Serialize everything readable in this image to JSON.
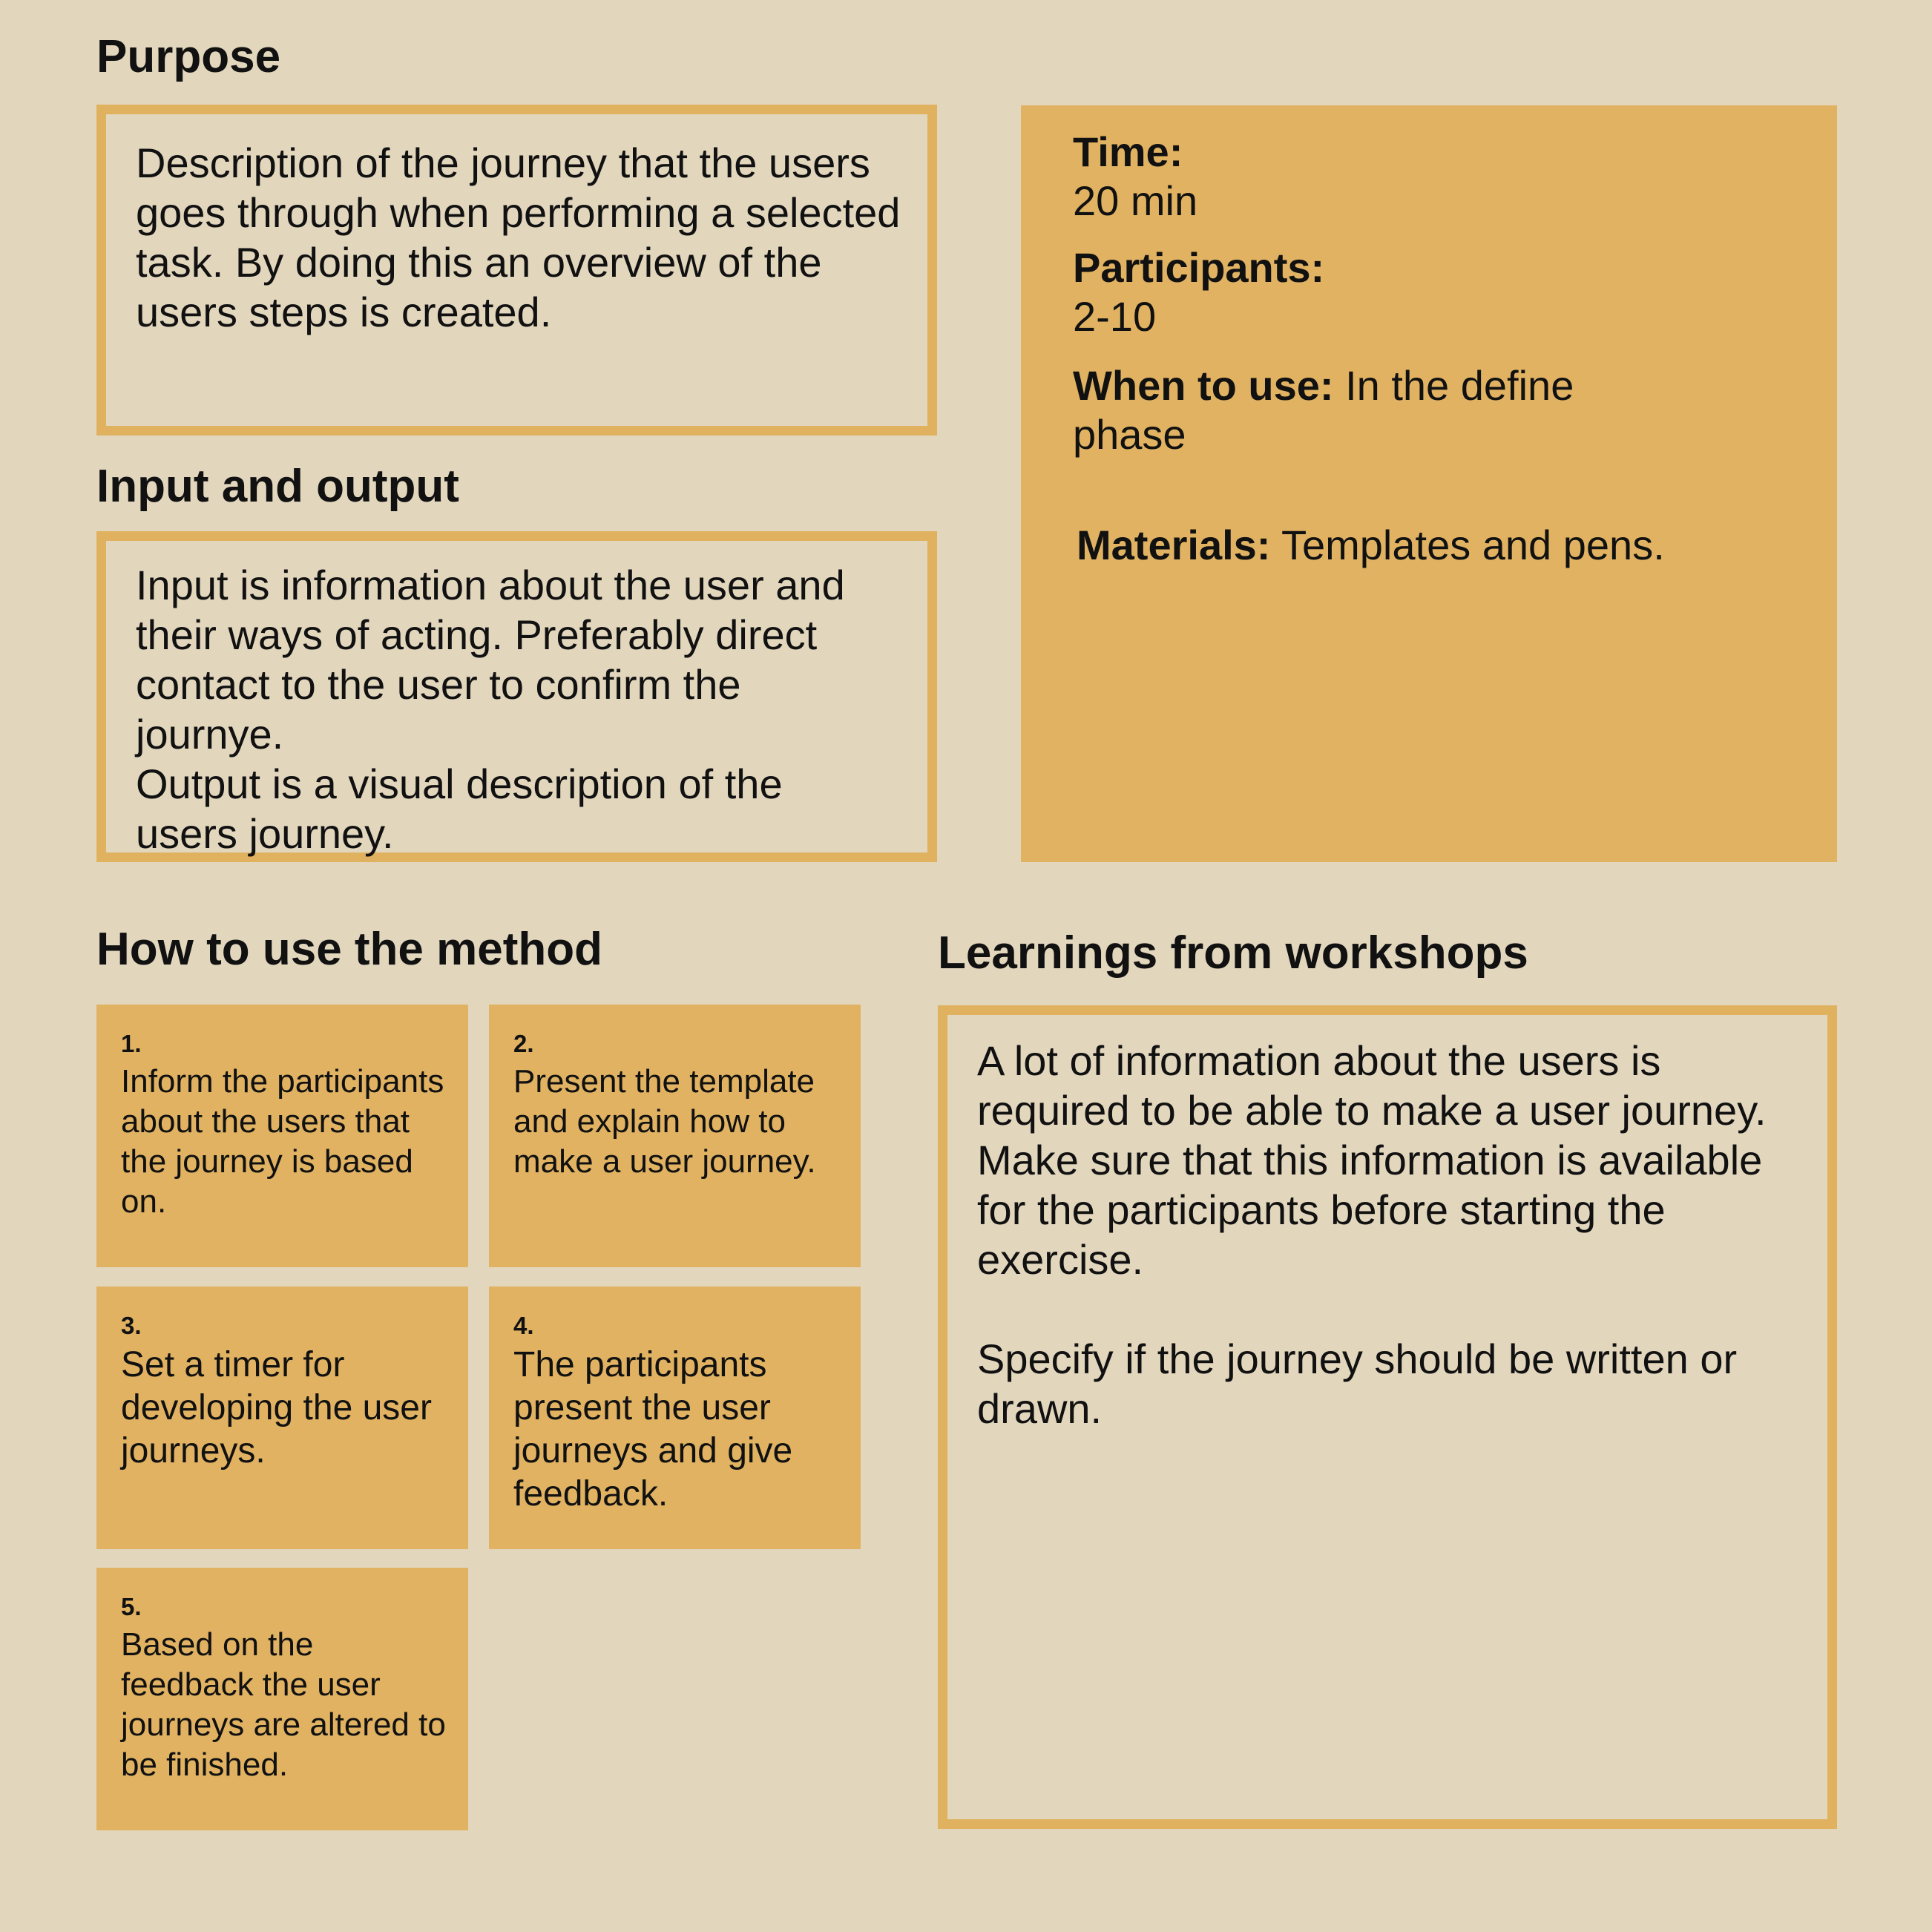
{
  "purpose": {
    "title": "Purpose",
    "text": "Description of the journey that the users goes through when performing a selected task. By doing this an overview of the users steps is created."
  },
  "input_output": {
    "title": "Input and output",
    "text": "Input is information about the user and their ways of acting. Preferably direct contact to the user to confirm the journye.\nOutput is a visual description of the users journey."
  },
  "info": {
    "time_label": "Time:",
    "time_value": "20 min",
    "participants_label": "Participants:",
    "participants_value": "2-10",
    "when_label": "When to use:",
    "when_value": "In the define phase",
    "materials_label": "Materials:",
    "materials_value": "Templates and pens."
  },
  "how_to": {
    "title": "How to use the method",
    "steps": [
      {
        "number": "1.",
        "text": "Inform the participants about the users that the journey is based on."
      },
      {
        "number": "2.",
        "text": "Present the template and explain how to make a user journey."
      },
      {
        "number": "3.",
        "text": "Set a timer for developing the user journeys."
      },
      {
        "number": "4.",
        "text": "The participants present the user journeys and give feedback."
      },
      {
        "number": "5.",
        "text": "Based on the feedback the user journeys are altered to be finished."
      }
    ]
  },
  "learnings": {
    "title": "Learnings from workshops",
    "text": "A lot of information about the users is required to be able to make a user journey. Make sure that this information is available for the participants before starting the exercise.\n\nSpecify if the journey should be written or drawn."
  },
  "colors": {
    "background": "#e2d6bd",
    "accent": "#e0b262",
    "text": "#111111"
  }
}
